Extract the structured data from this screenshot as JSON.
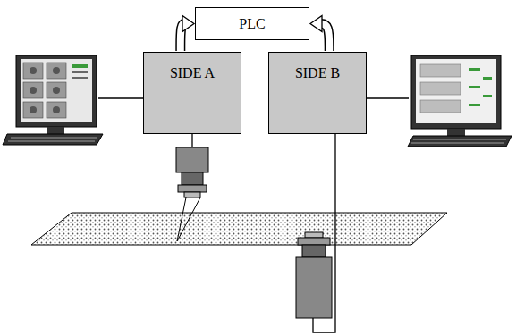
{
  "diagram": {
    "nodes": [
      {
        "text": [
          "PLC"
        ]
      },
      {
        "text": [
          "SIDE A"
        ]
      },
      {
        "text": [
          "SIDE B"
        ]
      }
    ],
    "edges": [
      {
        "from": 1,
        "to": 0,
        "arrow": "to"
      },
      {
        "from": 2,
        "to": 0,
        "arrow": "to"
      }
    ]
  }
}
